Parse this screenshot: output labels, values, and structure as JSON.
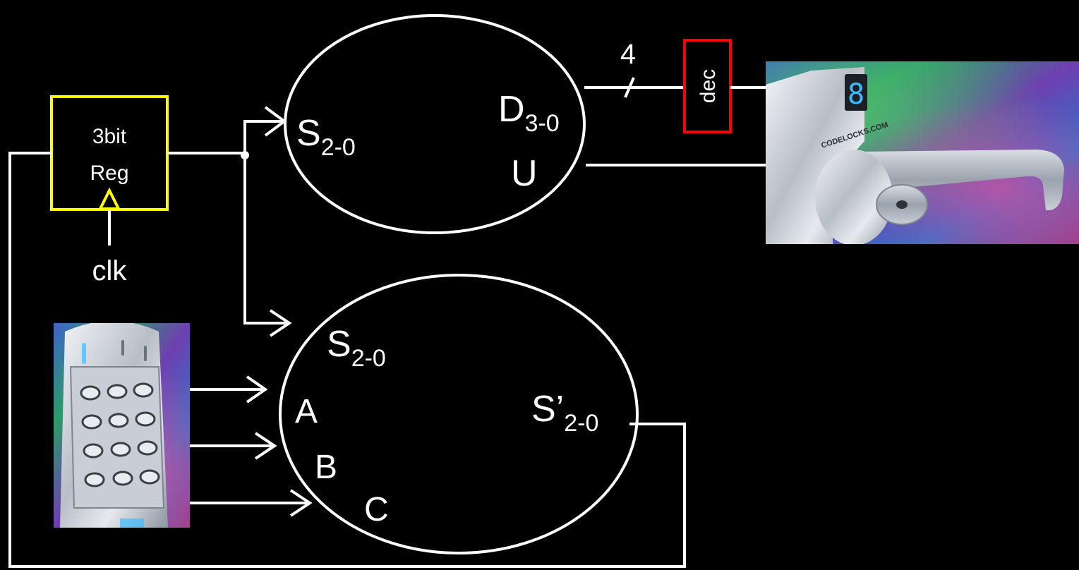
{
  "colors": {
    "background": "#000000",
    "wire": "#ffffff",
    "register_border": "#ffff00",
    "decoder_border": "#ff0000"
  },
  "register": {
    "line1": "3bit",
    "line2": "Reg",
    "clock_label": "clk"
  },
  "output_logic": {
    "input_label_main": "S",
    "input_label_sub": "2-0",
    "output_label_main": "D",
    "output_label_sub": "3-0",
    "unlock_label": "U"
  },
  "bus_width_label": "4",
  "decoder_label": "dec",
  "next_state_logic": {
    "state_label_main": "S",
    "state_label_sub": "2-0",
    "input_a": "A",
    "input_b": "B",
    "input_c": "C",
    "next_state_main": "S’",
    "next_state_sub": "2-0"
  },
  "images": {
    "door_lock": "door-lock-photo",
    "keypad": "keypad-photo",
    "lock_brand_text": "CODELOCKS.COM"
  }
}
